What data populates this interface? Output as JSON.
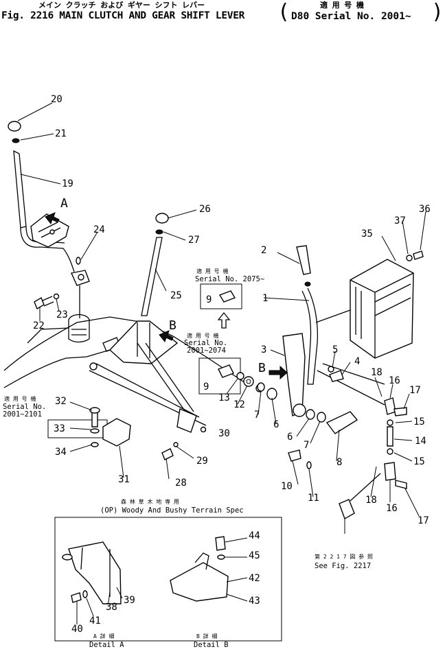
{
  "header": {
    "jp_title": "メイン クラッチ および ギヤー シフト レバー",
    "fig_title": "Fig. 2216 MAIN CLUTCH AND GEAR SHIFT LEVER",
    "jp_applicable": "適 用 号 機",
    "serial_range": "D80 Serial No. 2001~",
    "paren_open": "(",
    "paren_close": ")"
  },
  "callouts": [
    {
      "id": "c1",
      "text": "1"
    },
    {
      "id": "c2",
      "text": "2"
    },
    {
      "id": "c3",
      "text": "3"
    },
    {
      "id": "c4",
      "text": "4"
    },
    {
      "id": "c5",
      "text": "5"
    },
    {
      "id": "c6a",
      "text": "6"
    },
    {
      "id": "c6b",
      "text": "6"
    },
    {
      "id": "c7a",
      "text": "7"
    },
    {
      "id": "c7b",
      "text": "7"
    },
    {
      "id": "c8",
      "text": "8"
    },
    {
      "id": "c9a",
      "text": "9"
    },
    {
      "id": "c9b",
      "text": "9"
    },
    {
      "id": "c10",
      "text": "10"
    },
    {
      "id": "c11",
      "text": "11"
    },
    {
      "id": "c12",
      "text": "12"
    },
    {
      "id": "c13",
      "text": "13"
    },
    {
      "id": "c14",
      "text": "14"
    },
    {
      "id": "c15a",
      "text": "15"
    },
    {
      "id": "c15b",
      "text": "15"
    },
    {
      "id": "c16a",
      "text": "16"
    },
    {
      "id": "c16b",
      "text": "16"
    },
    {
      "id": "c17a",
      "text": "17"
    },
    {
      "id": "c17b",
      "text": "17"
    },
    {
      "id": "c18a",
      "text": "18"
    },
    {
      "id": "c18b",
      "text": "18"
    },
    {
      "id": "c19",
      "text": "19"
    },
    {
      "id": "c20",
      "text": "20"
    },
    {
      "id": "c21",
      "text": "21"
    },
    {
      "id": "c22",
      "text": "22"
    },
    {
      "id": "c23",
      "text": "23"
    },
    {
      "id": "c24",
      "text": "24"
    },
    {
      "id": "c25",
      "text": "25"
    },
    {
      "id": "c26",
      "text": "26"
    },
    {
      "id": "c27",
      "text": "27"
    },
    {
      "id": "c28",
      "text": "28"
    },
    {
      "id": "c29",
      "text": "29"
    },
    {
      "id": "c30",
      "text": "30"
    },
    {
      "id": "c31",
      "text": "31"
    },
    {
      "id": "c32",
      "text": "32"
    },
    {
      "id": "c33",
      "text": "33"
    },
    {
      "id": "c34",
      "text": "34"
    },
    {
      "id": "c35",
      "text": "35"
    },
    {
      "id": "c36",
      "text": "36"
    },
    {
      "id": "c37",
      "text": "37"
    },
    {
      "id": "c38",
      "text": "38"
    },
    {
      "id": "c39",
      "text": "39"
    },
    {
      "id": "c40",
      "text": "40"
    },
    {
      "id": "c41",
      "text": "41"
    },
    {
      "id": "c42",
      "text": "42"
    },
    {
      "id": "c43",
      "text": "43"
    },
    {
      "id": "c44",
      "text": "44"
    },
    {
      "id": "c45",
      "text": "45"
    }
  ],
  "view_markers": {
    "a": "A",
    "b1": "B",
    "b2": "B"
  },
  "notes": {
    "serial2075_jp": "適 用 号 機",
    "serial2075": "Serial No. 2075~",
    "serial2001_2074_jp": "適 用 号 機",
    "serial2001_2074_a": "Serial No.",
    "serial2001_2074_b": "2001~2074",
    "serial2001_2101_jp": "適 用 号 機",
    "serial2001_2101_a": "Serial No.",
    "serial2001_2101_b": "2001~2101",
    "op_jp": "森 林 草 木 地 専 用",
    "op_label": "(OP) Woody And Bushy Terrain Spec",
    "see_fig_jp": "第 2 2 1 7 図 参 照",
    "see_fig": "See Fig. 2217",
    "detail_a_jp": "A 詳 細",
    "detail_a": "Detail A",
    "detail_b_jp": "B 詳 細",
    "detail_b": "Detail B"
  }
}
